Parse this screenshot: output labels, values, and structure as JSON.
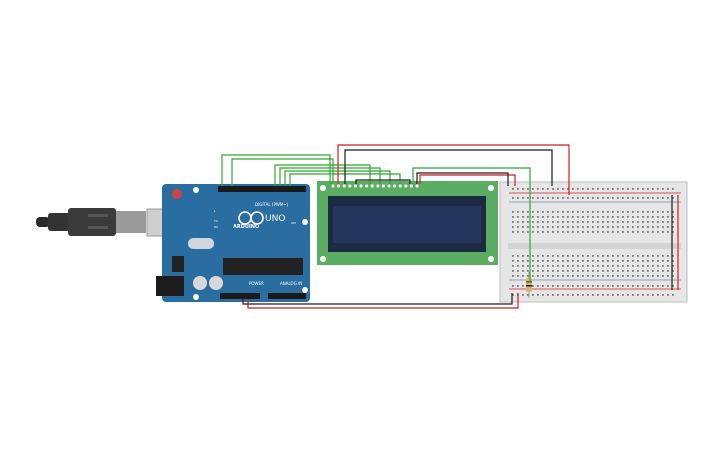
{
  "arduino": {
    "brand": "ARDUINO",
    "model": "UNO",
    "digital_label": "DIGITAL (PWM~)",
    "power_label": "POWER",
    "analog_label": "ANALOG IN",
    "on_label": "ON",
    "tx_label": "TX",
    "rx_label": "RX",
    "l_label": "L"
  },
  "colors": {
    "board": "#2a6ea1",
    "lcd_pcb": "#5cad64",
    "lcd_screen": "#24365c",
    "breadboard": "#ececec",
    "wire_green": "#2fa82f",
    "wire_red": "#d11f1f",
    "wire_black": "#1a1a1a"
  }
}
